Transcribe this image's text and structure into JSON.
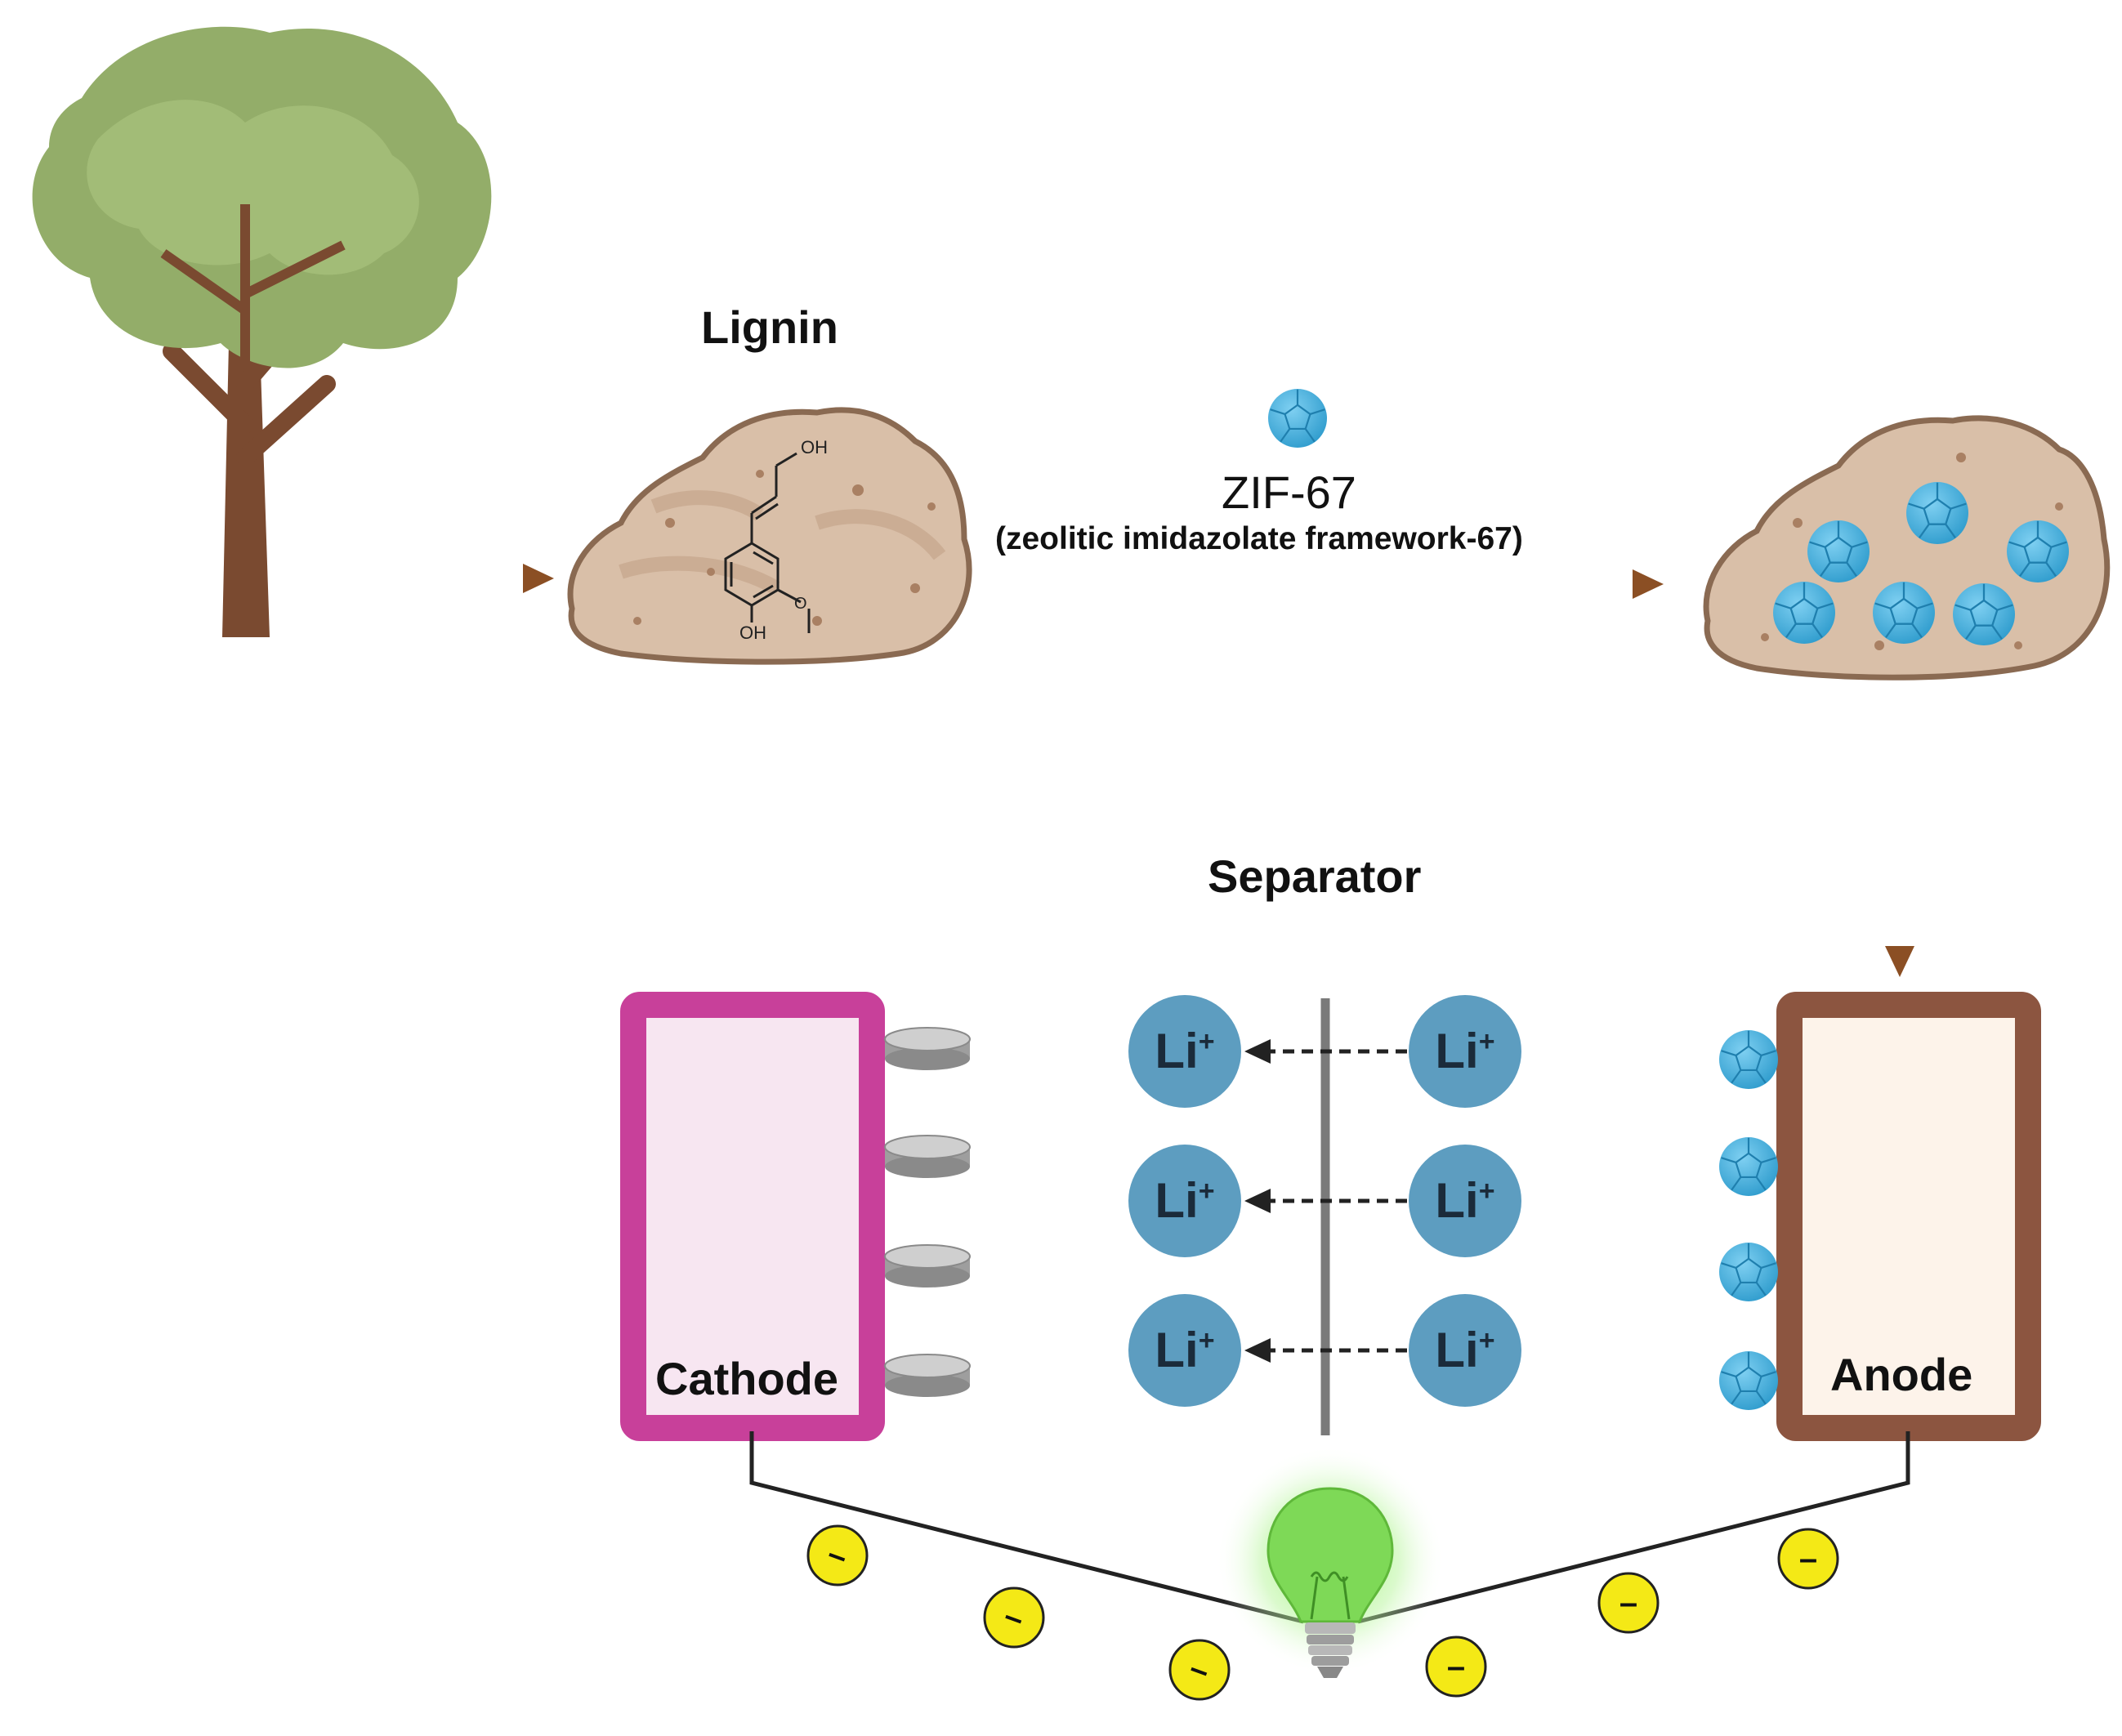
{
  "labels": {
    "lignin": "Lignin",
    "zif": "ZIF-67",
    "zif_full": "(zeolitic imidazolate framework-67)",
    "separator": "Separator",
    "cathode": "Cathode",
    "anode": "Anode",
    "oh_top": "OH",
    "oh_bottom": "OH"
  },
  "ions": {
    "symbol": "Li",
    "charge": "+"
  },
  "electron": {
    "symbol": "–"
  },
  "colors": {
    "arrow": "#8b4f24",
    "foliage": "#8fa866",
    "trunk": "#7a4a30",
    "pile": "#d9bfa8",
    "pile_edge": "#8a6a52",
    "zif": "#4ab0de",
    "li_ion": "#5d9dc0",
    "cathode_frame": "#c8409a",
    "cathode_fill": "#f7e6f1",
    "anode_frame": "#8c5540",
    "anode_fill": "#fdf3ea",
    "electron": "#f4e916",
    "bulb": "#7ed957",
    "separator": "#7a7a7a"
  }
}
